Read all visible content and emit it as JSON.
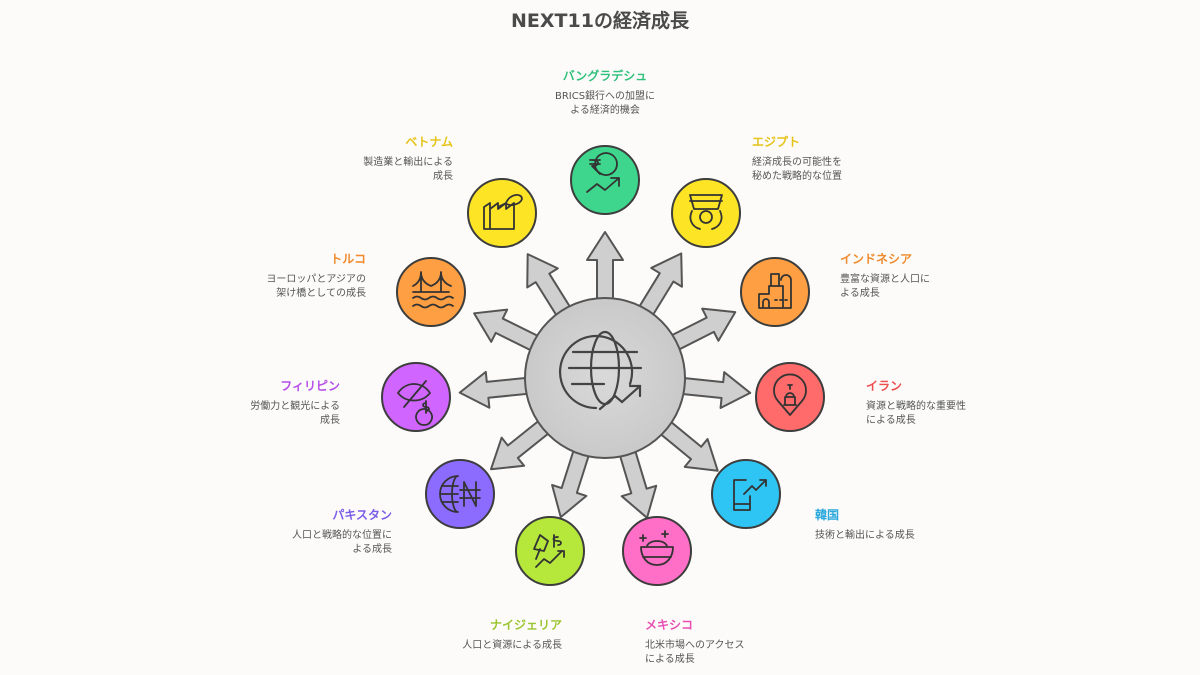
{
  "title": "NEXT11の経済成長",
  "hub": {
    "icon": "globe-growth-icon",
    "fill": "#cfcfcf"
  },
  "countries": [
    {
      "id": "bangladesh",
      "name": "バングラデシュ",
      "desc": "BRICS銀行への加盟による経済的機会",
      "desc_lines": [
        "BRICS銀行への加盟に",
        "よる経済的機会"
      ],
      "color": "#3dd68c",
      "text_color": "#2fc07c",
      "icon": "rupee-growth-icon"
    },
    {
      "id": "egypt",
      "name": "エジプト",
      "desc": "経済成長の可能性を秘めた戦略的な位置",
      "desc_lines": [
        "経済成長の可能性を",
        "秘めた戦略的な位置"
      ],
      "color": "#fde425",
      "text_color": "#e6c31a",
      "icon": "bowl-hands-icon"
    },
    {
      "id": "indonesia",
      "name": "インドネシア",
      "desc": "豊富な資源と人口による成長",
      "desc_lines": [
        "豊富な資源と人口に",
        "よる成長"
      ],
      "color": "#ff9f43",
      "text_color": "#f08a2c",
      "icon": "factory-tanks-icon"
    },
    {
      "id": "iran",
      "name": "イラン",
      "desc": "資源と戦略的な重要性による成長",
      "desc_lines": [
        "資源と戦略的な重要性",
        "による成長"
      ],
      "color": "#ff6b6b",
      "text_color": "#ee4d4d",
      "icon": "location-tower-icon"
    },
    {
      "id": "korea",
      "name": "韓国",
      "desc": "技術と輸出による成長",
      "desc_lines": [
        "技術と輸出による成長"
      ],
      "color": "#2ec5f5",
      "text_color": "#2aa8dc",
      "icon": "mobile-growth-icon"
    },
    {
      "id": "mexico",
      "name": "メキシコ",
      "desc": "北米市場へのアクセスによる成長",
      "desc_lines": [
        "北米市場へのアクセス",
        "による成長"
      ],
      "color": "#ff6ec7",
      "text_color": "#e84fb3",
      "icon": "gold-ingot-icon"
    },
    {
      "id": "nigeria",
      "name": "ナイジェリア",
      "desc": "人口と資源による成長",
      "desc_lines": [
        "人口と資源による成長"
      ],
      "color": "#b5e83a",
      "text_color": "#9ac52f",
      "icon": "megaphone-dollar-growth-icon"
    },
    {
      "id": "pakistan",
      "name": "パキスタン",
      "desc": "人口と戦略的な位置による成長",
      "desc_lines": [
        "人口と戦略的な位置に",
        "よる成長"
      ],
      "color": "#8b6cff",
      "text_color": "#7a5de8",
      "icon": "globe-naira-icon"
    },
    {
      "id": "philippines",
      "name": "フィリピン",
      "desc": "労働力と観光による成長",
      "desc_lines": [
        "労働力と観光による",
        "成長"
      ],
      "color": "#d066ff",
      "text_color": "#b64ee8",
      "icon": "eye-off-dollar-icon"
    },
    {
      "id": "turkey",
      "name": "トルコ",
      "desc": "ヨーロッパとアジアの架け橋としての成長",
      "desc_lines": [
        "ヨーロッパとアジアの",
        "架け橋としての成長"
      ],
      "color": "#ff9f43",
      "text_color": "#f08a2c",
      "icon": "bridge-icon"
    },
    {
      "id": "vietnam",
      "name": "ベトナム",
      "desc": "製造業と輸出による成長",
      "desc_lines": [
        "製造業と輸出による",
        "成長"
      ],
      "color": "#fde425",
      "text_color": "#e6c31a",
      "icon": "factory-leaf-icon"
    }
  ]
}
